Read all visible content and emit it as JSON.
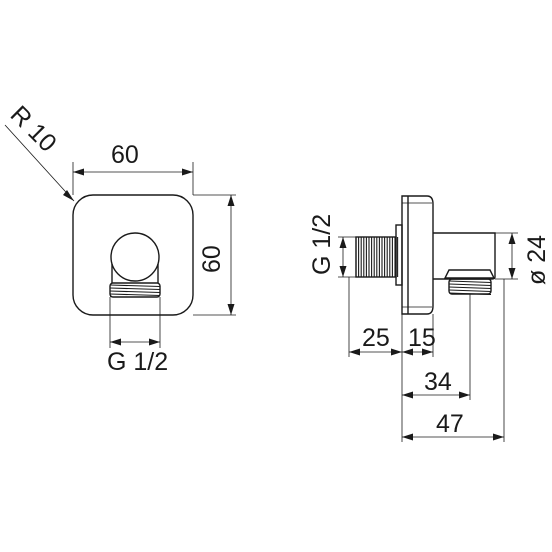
{
  "front_view": {
    "radius_label": "R 10",
    "width_label": "60",
    "height_label": "60",
    "thread_label": "G 1/2"
  },
  "side_view": {
    "thread_label": "G 1/2",
    "diameter_label": "ø 24",
    "dim_25": "25",
    "dim_15": "15",
    "dim_34": "34",
    "dim_47": "47"
  }
}
